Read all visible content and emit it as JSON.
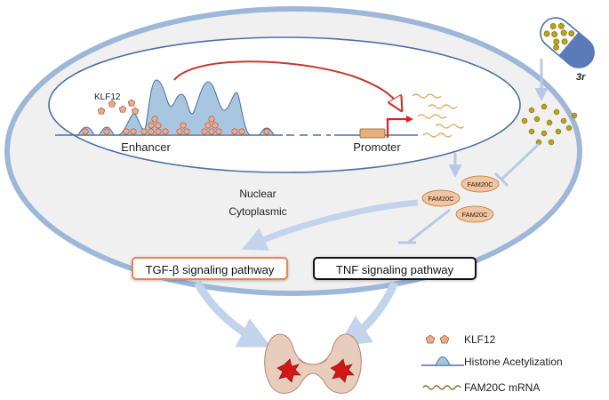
{
  "labels": {
    "klf12": "KLF12",
    "enhancer": "Enhancer",
    "promoter": "Promoter",
    "nuclear": "Nuclear",
    "cytoplasmic": "Cytoplasmic",
    "fam20c": "FAM20C",
    "drug": "3r"
  },
  "pathways": {
    "tgf": "TGF-β signaling pathway",
    "tnf": "TNF signaling pathway"
  },
  "legend": {
    "klf12": "KLF12",
    "histone": "Histone Acetylization",
    "mrna": "FAM20C mRNA"
  },
  "colors": {
    "cell_border": "#9db7d9",
    "cell_fill": "#f0f0f0",
    "nucleus_border": "#4a6fa5",
    "histone_peak": "#a8c6e0",
    "klf12": "#f2a98a",
    "enhancer_arrow": "#c43a2e",
    "fam20c": "#f2c49f",
    "mrna": "#e8a24a",
    "drug_dot": "#b8a21c",
    "pathway_arrow": "#b7c9e6",
    "tgf_border": "#e8844c",
    "thyroid": "#e8cdbd"
  }
}
